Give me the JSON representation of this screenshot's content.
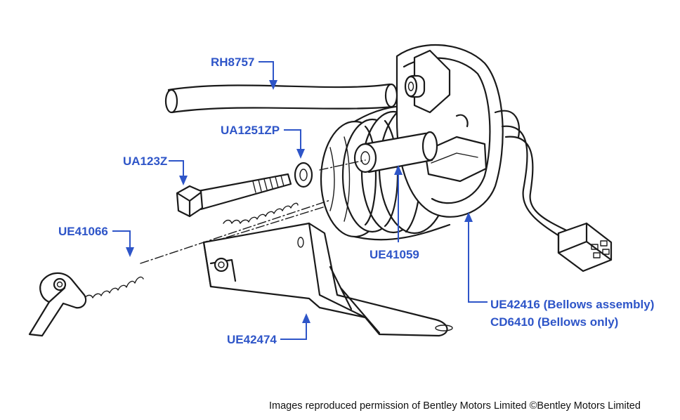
{
  "labels": {
    "rh8757": "RH8757",
    "ua1251zp": "UA1251ZP",
    "ua123z": "UA123Z",
    "ue41066": "UE41066",
    "ue41059": "UE41059",
    "ue42416": "UE42416 (Bellows assembly)",
    "cd6410": "CD6410 (Bellows only)",
    "ue42474": "UE42474"
  },
  "credit": "Images reproduced permission of Bentley Motors Limited ©Bentley Motors Limited",
  "colors": {
    "callout": "#2e55c8",
    "linework": "#1a1a1a",
    "background": "#ffffff"
  }
}
